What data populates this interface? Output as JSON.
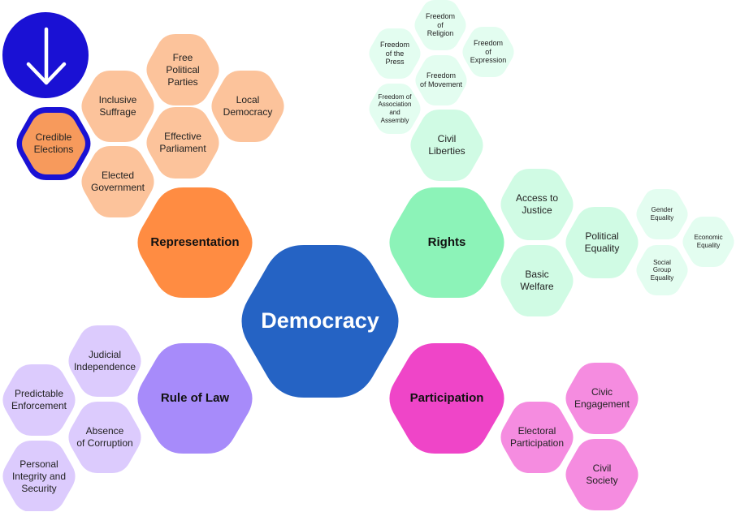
{
  "colors": {
    "democracy": "#2563c4",
    "representation_main": "#ff8c42",
    "representation_sub": "#fcc39b",
    "representation_selected": "#f79a5c",
    "rights_main": "#8cf3b8",
    "rights_sub": "#d0fbe4",
    "rights_leaf": "#e3fdf0",
    "rule_main": "#a78bfa",
    "rule_sub": "#dccbfd",
    "participation_main": "#ef45c8",
    "participation_sub": "#f58ce0",
    "back_button": "#1a11d4",
    "selection_ring": "#1a11d4"
  },
  "back_button": {
    "icon": "arrow-down-icon"
  },
  "nodes": [
    {
      "id": "democracy",
      "label": "Democracy",
      "level": "root"
    },
    {
      "id": "representation",
      "label": "Representation",
      "level": "main"
    },
    {
      "id": "rights",
      "label": "Rights",
      "level": "main"
    },
    {
      "id": "rule-of-law",
      "label": "Rule of Law",
      "level": "main"
    },
    {
      "id": "participation",
      "label": "Participation",
      "level": "main"
    },
    {
      "id": "free-political-parties",
      "label": "Free\nPolitical\nParties",
      "level": "l2"
    },
    {
      "id": "inclusive-suffrage",
      "label": "Inclusive\nSuffrage",
      "level": "l2"
    },
    {
      "id": "local-democracy",
      "label": "Local\nDemocracy",
      "level": "l2"
    },
    {
      "id": "credible-elections",
      "label": "Credible\nElections",
      "level": "l2",
      "selected": true
    },
    {
      "id": "effective-parliament",
      "label": "Effective\nParliament",
      "level": "l2"
    },
    {
      "id": "elected-government",
      "label": "Elected\nGovernment",
      "level": "l2"
    },
    {
      "id": "civil-liberties",
      "label": "Civil\nLiberties",
      "level": "l2"
    },
    {
      "id": "freedom-of-religion",
      "label": "Freedom\nof\nReligion",
      "level": "l3"
    },
    {
      "id": "freedom-of-the-press",
      "label": "Freedom\nof the\nPress",
      "level": "l3"
    },
    {
      "id": "freedom-of-expression",
      "label": "Freedom\nof\nExpression",
      "level": "l3"
    },
    {
      "id": "freedom-of-movement",
      "label": "Freedom\nof Movement",
      "level": "l3"
    },
    {
      "id": "freedom-of-association",
      "label": "Freedom of\nAssociation\nand\nAssembly",
      "level": "l4"
    },
    {
      "id": "access-to-justice",
      "label": "Access to\nJustice",
      "level": "l2"
    },
    {
      "id": "political-equality",
      "label": "Political\nEquality",
      "level": "l2"
    },
    {
      "id": "basic-welfare",
      "label": "Basic\nWelfare",
      "level": "l2"
    },
    {
      "id": "gender-equality",
      "label": "Gender\nEquality",
      "level": "l4"
    },
    {
      "id": "economic-equality",
      "label": "Economic\nEquality",
      "level": "l4"
    },
    {
      "id": "social-group-equality",
      "label": "Social\nGroup\nEquality",
      "level": "l4"
    },
    {
      "id": "judicial-independence",
      "label": "Judicial\nIndependence",
      "level": "l2"
    },
    {
      "id": "predictable-enforcement",
      "label": "Predictable\nEnforcement",
      "level": "l2"
    },
    {
      "id": "absence-of-corruption",
      "label": "Absence\nof Corruption",
      "level": "l2"
    },
    {
      "id": "personal-integrity-and-security",
      "label": "Personal\nIntegrity and\nSecurity",
      "level": "l2"
    },
    {
      "id": "civic-engagement",
      "label": "Civic\nEngagement",
      "level": "l2"
    },
    {
      "id": "electoral-participation",
      "label": "Electoral\nParticipation",
      "level": "l2"
    },
    {
      "id": "civil-society",
      "label": "Civil\nSociety",
      "level": "l2"
    }
  ]
}
